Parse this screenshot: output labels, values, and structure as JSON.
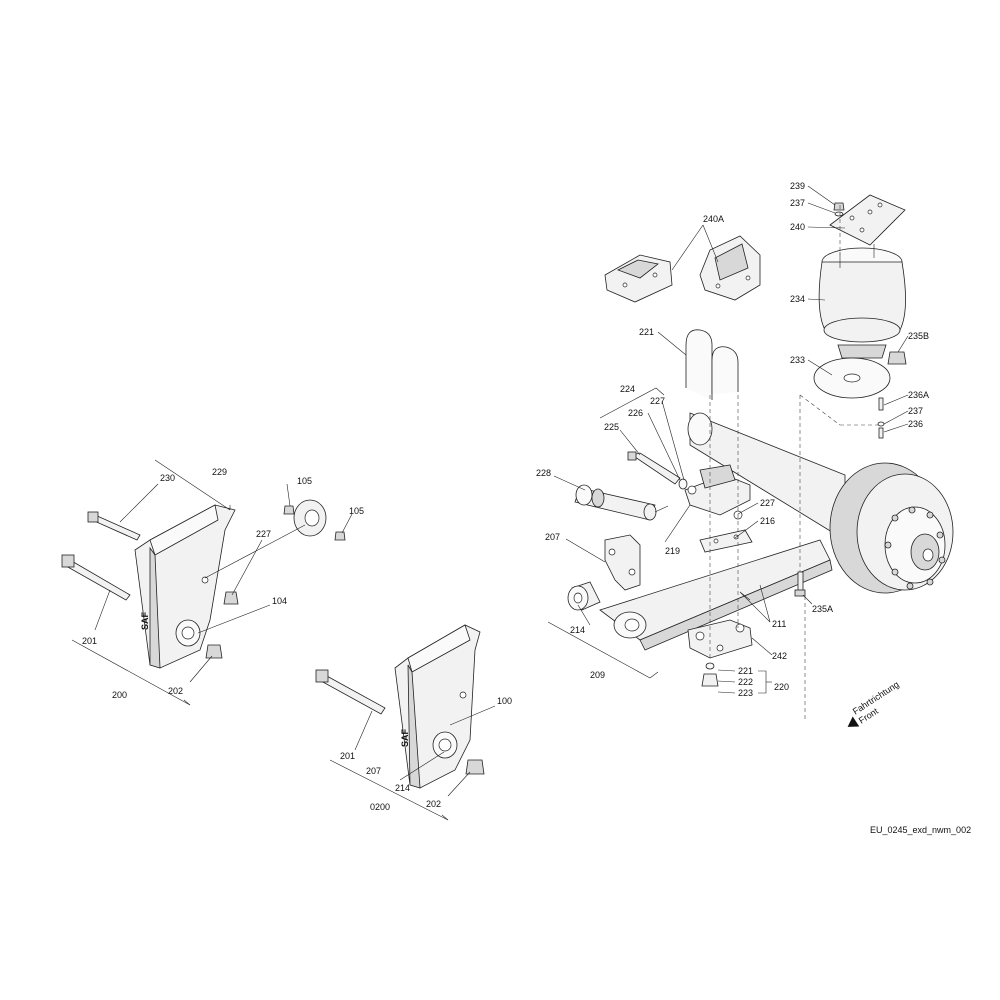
{
  "drawing": {
    "code": "EU_0245_exd_nwm_002",
    "direction_label_line1": "Fahrtrichtung",
    "direction_label_line2": "Front",
    "brand_mark": "SAF"
  },
  "callouts": {
    "c239": "239",
    "c237a": "237",
    "c240": "240",
    "c240A": "240A",
    "c234": "234",
    "c235B": "235B",
    "c233": "233",
    "c236A": "236A",
    "c237b": "237",
    "c236": "236",
    "c221a": "221",
    "c224": "224",
    "c227a": "227",
    "c226": "226",
    "c225": "225",
    "c228": "228",
    "c227b": "227",
    "c216": "216",
    "c219": "219",
    "c207a": "207",
    "c235A": "235A",
    "c214a": "214",
    "c211": "211",
    "c242": "242",
    "c209": "209",
    "c221b": "221",
    "c222": "222",
    "c223": "223",
    "c220": "220",
    "c230": "230",
    "c229": "229",
    "c105a": "105",
    "c105b": "105",
    "c227c": "227",
    "c104": "104",
    "c201a": "201",
    "c202a": "202",
    "c200": "200",
    "c100": "100",
    "c201b": "201",
    "c207b": "207",
    "c214b": "214",
    "c0200": "0200",
    "c202b": "202"
  }
}
